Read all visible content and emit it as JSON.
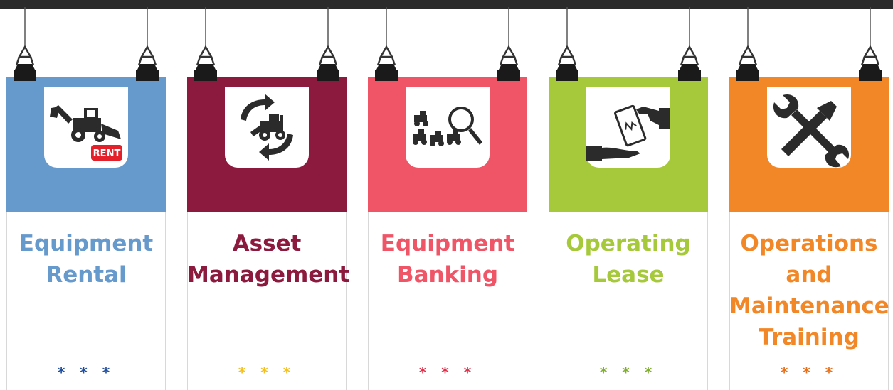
{
  "cards": [
    {
      "id": "equipment-rental",
      "title_lines": [
        "Equipment",
        "Rental"
      ],
      "color": "#6699cc",
      "dot_color": "#1f4e9e",
      "icon": "backhoe-rent-icon",
      "badge": "RENT",
      "dots": "* * *"
    },
    {
      "id": "asset-management",
      "title_lines": [
        "Asset",
        "Management"
      ],
      "color": "#8b1a3e",
      "dot_color": "#f4c020",
      "icon": "backhoe-cycle-icon",
      "dots": "* * *"
    },
    {
      "id": "equipment-banking",
      "title_lines": [
        "Equipment",
        "Banking"
      ],
      "color": "#ef5567",
      "dot_color": "#e0304a",
      "icon": "backhoe-search-icon",
      "dots": "* * *"
    },
    {
      "id": "operating-lease",
      "title_lines": [
        "Operating",
        "Lease"
      ],
      "color": "#a5c93a",
      "dot_color": "#7fae2e",
      "icon": "handshake-document-icon",
      "dots": "* * *"
    },
    {
      "id": "operations-maintenance-training",
      "title_lines": [
        "Operations",
        "and",
        "Maintenance",
        "Training"
      ],
      "color": "#f28727",
      "dot_color": "#e8701a",
      "icon": "wrench-screwdriver-icon",
      "dots": "* * *"
    }
  ]
}
